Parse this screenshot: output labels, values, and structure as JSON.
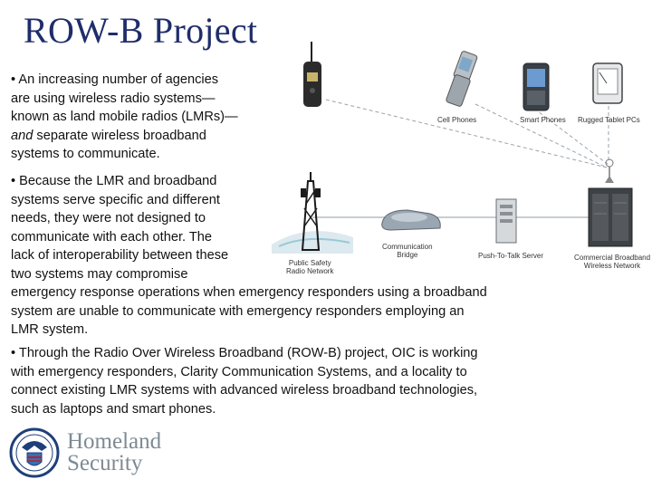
{
  "title": "ROW-B Project",
  "p1": {
    "l1": "• An increasing number of agencies",
    "l2": "are using wireless radio systems—",
    "l3": "known as land mobile radios (LMRs)—",
    "l4_em": "and",
    "l4_rest": " separate wireless broadband",
    "l5": "systems to communicate."
  },
  "p2": {
    "l1": "• Because the LMR and broadband",
    "l2": "systems serve specific and different",
    "l3": "needs, they were not designed to",
    "l4": "communicate with each other. The",
    "l5": "lack of interoperability between these",
    "l6": "two systems may compromise",
    "l7": "emergency response operations when emergency responders using a broadband",
    "l8": "system are unable to communicate with emergency responders employing an",
    "l9": "LMR system."
  },
  "p3": {
    "l1": "• Through the Radio Over Wireless Broadband (ROW-B) project, OIC is working",
    "l2": "with emergency responders, Clarity Communication Systems, and a locality to",
    "l3": "connect existing LMR systems with advanced wireless broadband technologies,",
    "l4": "such as laptops and smart phones."
  },
  "diagram": {
    "cell_phones": "Cell Phones",
    "smart_phones": "Smart Phones",
    "rugged_tablets": "Rugged Tablet PCs",
    "comm_bridge_1": "Communication",
    "comm_bridge_2": "Bridge",
    "ptt_server": "Push-To-Talk Server",
    "psrn_1": "Public Safety",
    "psrn_2": "Radio Network",
    "cbwn_1": "Commercial Broadband",
    "cbwn_2": "Wireless Network"
  },
  "logo": {
    "line1": "Homeland",
    "line2": "Security"
  }
}
